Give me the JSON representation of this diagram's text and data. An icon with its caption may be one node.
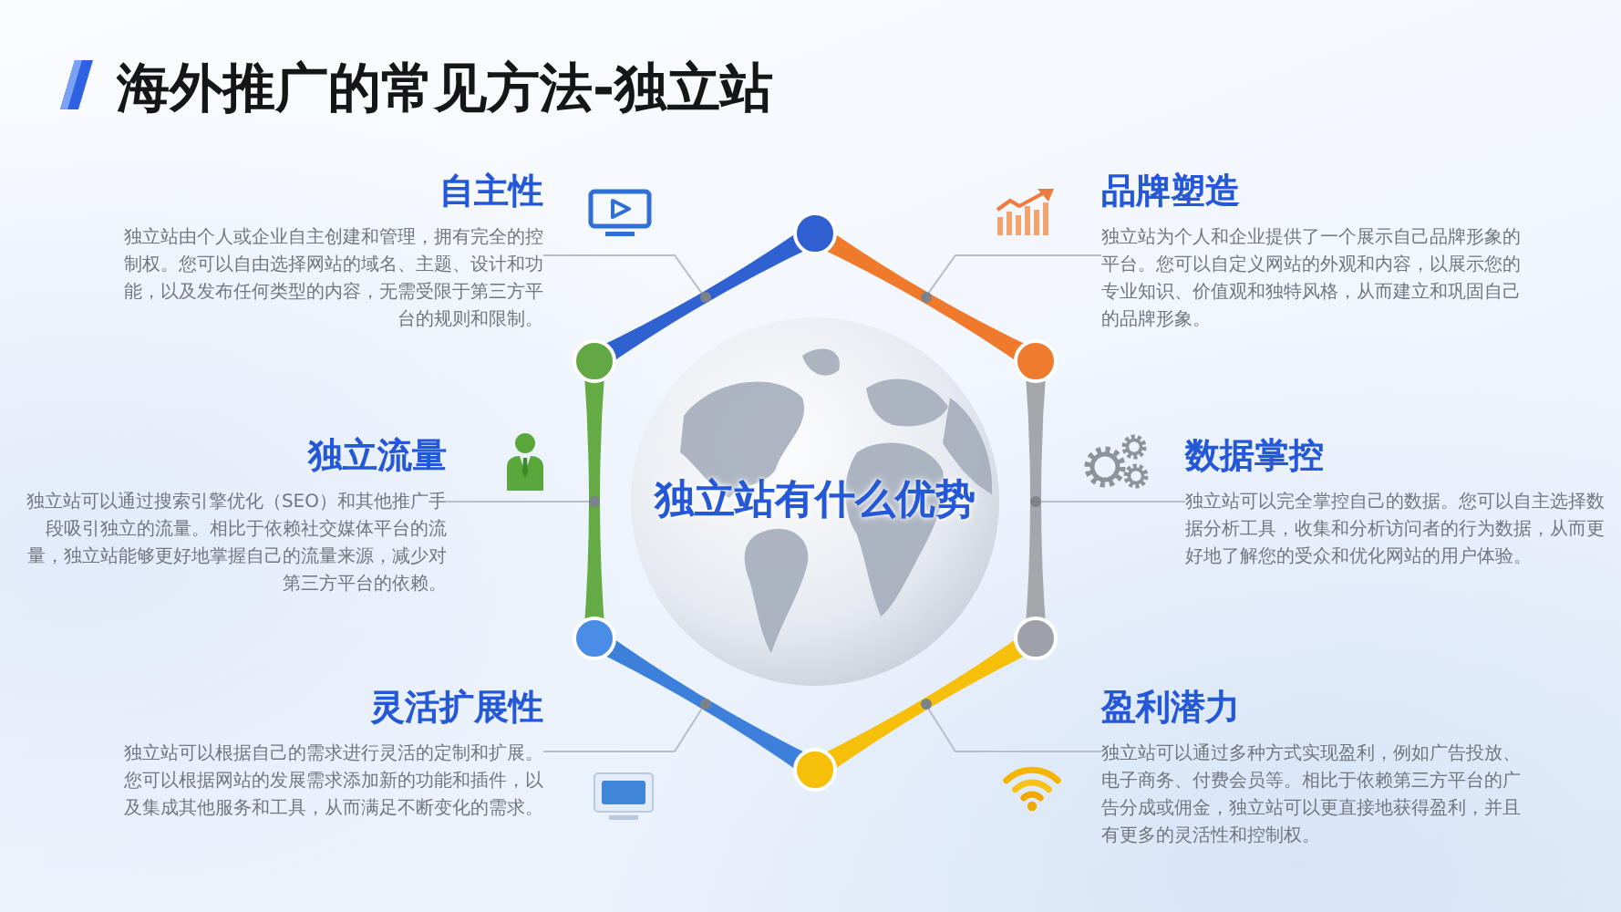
{
  "diagram": {
    "title": "海外推广的常见方法-独立站",
    "nodes": [
      {
        "text": [
          "自主性",
          "独立站由个人或企业自主创建和管理，拥有完全的控制权。您可以自由选择网站的域名、主题、设计和功能，以及发布任何类型的内容，无需受限于第三方平台的规则和限制。"
        ]
      },
      {
        "text": [
          "品牌塑造",
          "独立站为个人和企业提供了一个展示自己品牌形象的平台。您可以自定义网站的外观和内容，以展示您的专业知识、价值观和独特风格，从而建立和巩固自己的品牌形象。"
        ]
      },
      {
        "text": [
          "独立流量",
          "独立站可以通过搜索引擎优化（SEO）和其他推广手段吸引独立的流量。相比于依赖社交媒体平台的流量，独立站能够更好地掌握自己的流量来源，减少对第三方平台的依赖。"
        ]
      },
      {
        "text": [
          "独立站有什么优势"
        ]
      },
      {
        "text": [
          "数据掌控",
          "独立站可以完全掌控自己的数据。您可以自主选择数据分析工具，收集和分析访问者的行为数据，从而更好地了解您的受众和优化网站的用户体验。"
        ]
      },
      {
        "text": [
          "灵活扩展性",
          "独立站可以根据自己的需求进行灵活的定制和扩展。您可以根据网站的发展需求添加新的功能和插件，以及集成其他服务和工具，从而满足不断变化的需求。"
        ]
      },
      {
        "text": [
          "盈利潜力",
          "独立站可以通过多种方式实现盈利，例如广告投放、电子商务、付费会员等。相比于依赖第三方平台的广告分成或佣金，独立站可以更直接地获得盈利，并且有更多的灵活性和控制权。"
        ]
      },
      {
        "text": [],
        "shape": "circle"
      },
      {
        "text": [],
        "shape": "circle"
      },
      {
        "text": [],
        "shape": "circle"
      },
      {
        "text": [],
        "shape": "circle"
      },
      {
        "text": [],
        "shape": "circle"
      },
      {
        "text": [],
        "shape": "circle"
      }
    ],
    "edges": [
      {
        "from": 0,
        "to": 7,
        "arrow": "none"
      },
      {
        "from": 1,
        "to": 8,
        "arrow": "none"
      },
      {
        "from": 2,
        "to": 9,
        "arrow": "none"
      },
      {
        "from": 4,
        "to": 10,
        "arrow": "none"
      },
      {
        "from": 5,
        "to": 11,
        "arrow": "none"
      },
      {
        "from": 6,
        "to": 12,
        "arrow": "none"
      }
    ]
  }
}
